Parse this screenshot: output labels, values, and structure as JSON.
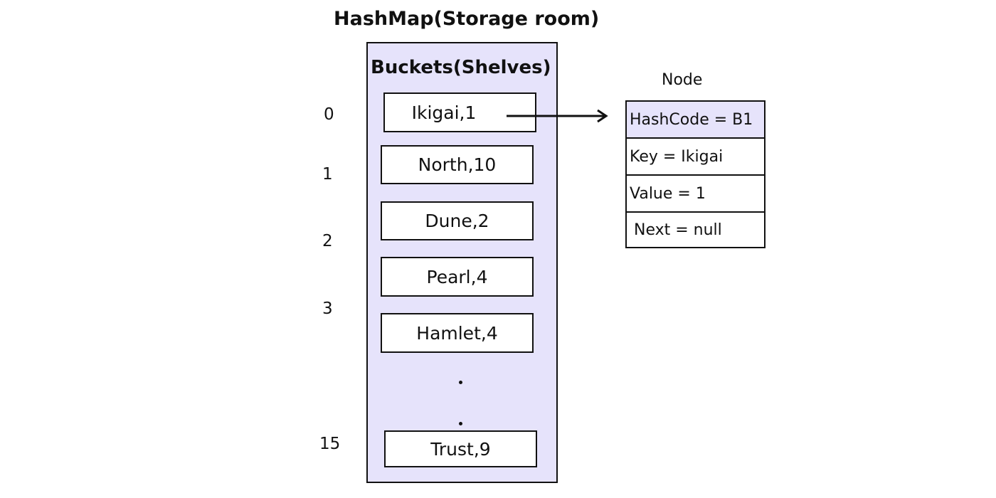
{
  "title": "HashMap(Storage room)",
  "container": {
    "title": "Buckets(Shelves)",
    "buckets": [
      {
        "index": "0",
        "label": "Ikigai,1"
      },
      {
        "index": "1",
        "label": "North,10"
      },
      {
        "index": "2",
        "label": "Dune,2"
      },
      {
        "index": "3",
        "label": "Pearl,4"
      },
      {
        "index": "",
        "label": "Hamlet,4"
      },
      {
        "index": "15",
        "label": "Trust,9"
      }
    ]
  },
  "node": {
    "label": "Node",
    "hashcode": "HashCode = B1",
    "key": "Key = Ikigai",
    "value": "Value = 1",
    "next": "Next = null"
  },
  "colors": {
    "container_fill": "#e6e3fb",
    "border": "#111111"
  }
}
